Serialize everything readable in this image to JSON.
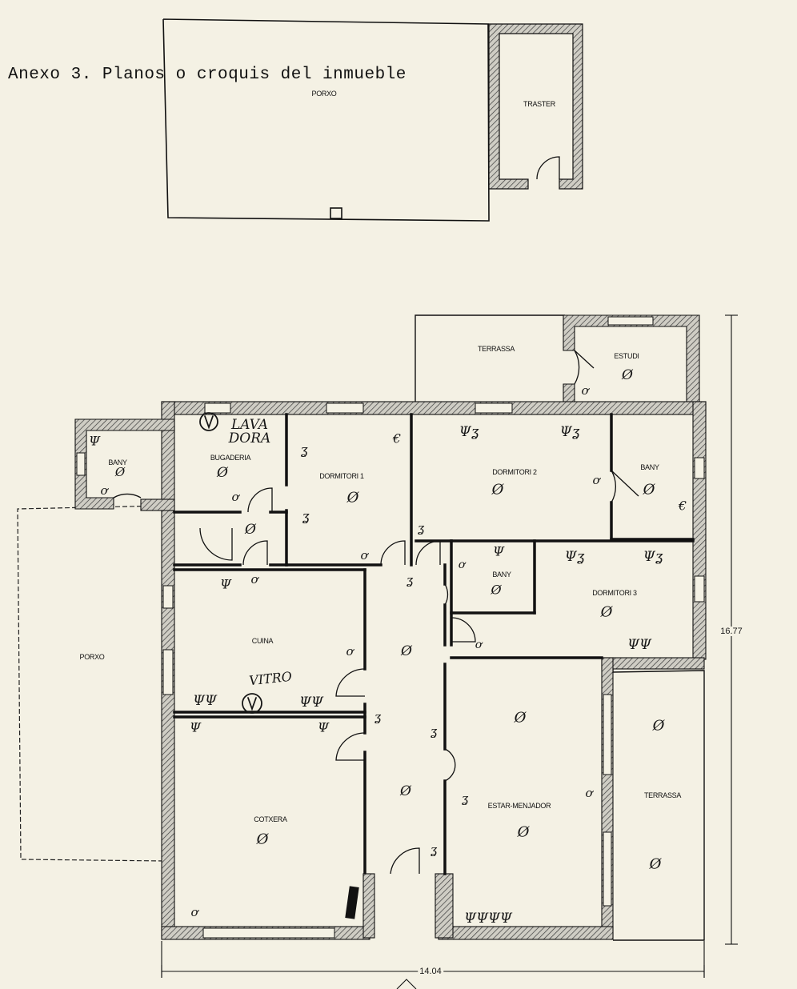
{
  "heading": "Anexo 3. Planos o croquis del inmueble",
  "rooms": {
    "porxo_top": "PORXO",
    "traster": "TRASTER",
    "terrassa_top": "TERRASSA",
    "estudi": "ESTUDI",
    "bany_left": "BANY",
    "bugaderia": "BUGADERIA",
    "dormitori_1": "DORMITORI 1",
    "dormitori_2": "DORMITORI 2",
    "bany_right": "BANY",
    "bany_center": "BANY",
    "dormitori_3": "DORMITORI 3",
    "porxo_left": "PORXO",
    "cuina": "CUINA",
    "cotxera": "COTXERA",
    "estar_menjador": "ESTAR-MENJADOR",
    "terrassa_right": "TERRASSA"
  },
  "dimensions": {
    "height": "16.77",
    "width": "14.04"
  },
  "annotations": {
    "rentadora": "LAVA DORA",
    "vitro": "VITRO"
  }
}
